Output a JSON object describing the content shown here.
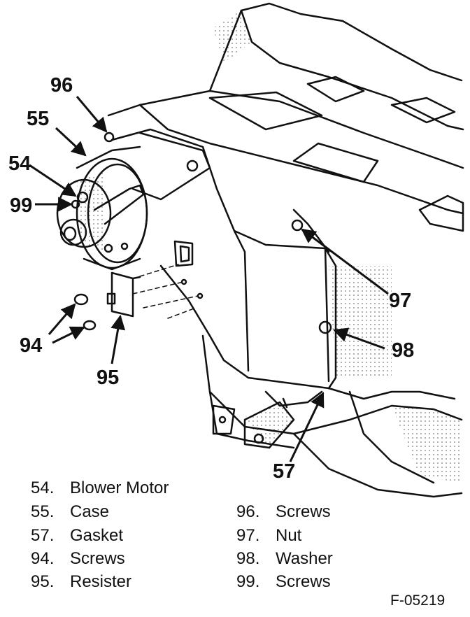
{
  "callouts": {
    "c96": "96",
    "c55": "55",
    "c54": "54",
    "c99": "99",
    "c94": "94",
    "c95": "95",
    "c97": "97",
    "c98": "98",
    "c57": "57"
  },
  "legend": [
    {
      "num": "54.",
      "label": "Blower Motor"
    },
    {
      "num": "55.",
      "label": "Case"
    },
    {
      "num": "57.",
      "label": "Gasket"
    },
    {
      "num": "94.",
      "label": "Screws"
    },
    {
      "num": "95.",
      "label": "Resister"
    },
    {
      "num": "96.",
      "label": "Screws"
    },
    {
      "num": "97.",
      "label": "Nut"
    },
    {
      "num": "98.",
      "label": "Washer"
    },
    {
      "num": "99.",
      "label": "Screws"
    }
  ],
  "figure_id": "F-05219",
  "colors": {
    "ink": "#111111",
    "paper": "#ffffff"
  }
}
